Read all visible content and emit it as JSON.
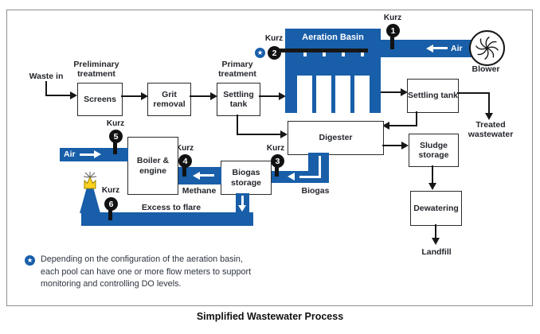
{
  "caption": "Simplified Wastewater Process",
  "kurz": {
    "label": "Kurz",
    "markers": [
      "1",
      "2",
      "3",
      "4",
      "5",
      "6"
    ]
  },
  "nodes": {
    "waste_in": "Waste in",
    "preliminary": "Preliminary treatment",
    "screens": "Screens",
    "grit_removal": "Grit removal",
    "primary": "Primary treatment",
    "primary_settling": "Settling tank",
    "aeration_basin": "Aeration Basin",
    "secondary_settling": "Settling tank",
    "blower": "Blower",
    "treated": "Treated wastewater",
    "digester": "Digester",
    "sludge_storage": "Sludge storage",
    "dewatering": "Dewatering",
    "landfill": "Landfill",
    "boiler_engine": "Boiler & engine",
    "biogas_storage": "Biogas storage"
  },
  "flows": {
    "air_supply": "Air",
    "air_intake": "Air",
    "methane": "Methane",
    "biogas": "Biogas",
    "excess_to_flare": "Excess to flare"
  },
  "footnote": {
    "line1": "Depending on the configuration of the aeration basin,",
    "line2": "each pool can have one or more flow meters to support",
    "line3": "monitoring and controlling DO levels."
  },
  "colors": {
    "pipe_blue": "#185ea9",
    "flame_yellow": "#ffd21f"
  }
}
